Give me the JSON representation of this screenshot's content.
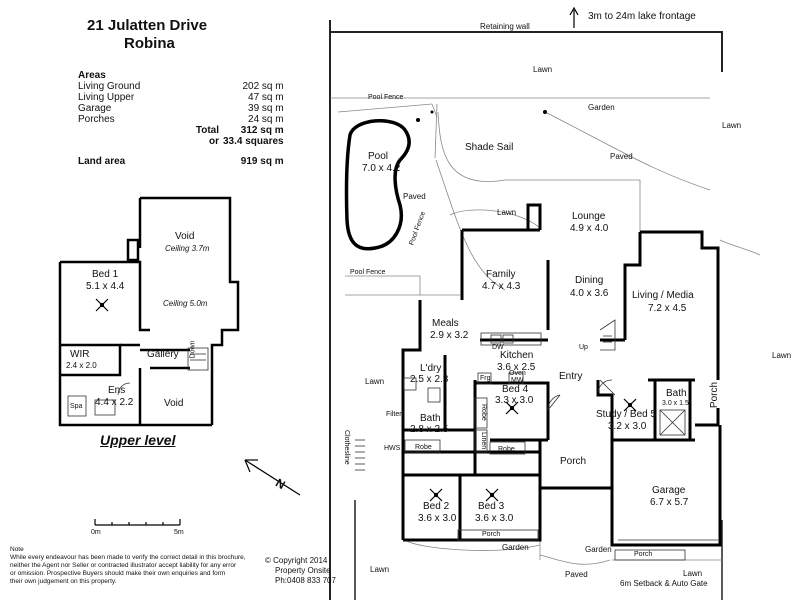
{
  "header": {
    "address_line1": "21 Julatten Drive",
    "address_line2": "Robina"
  },
  "areas": {
    "heading": "Areas",
    "rows": [
      {
        "label": "Living Ground",
        "value": "202 sq m"
      },
      {
        "label": "Living Upper",
        "value": "47 sq m"
      },
      {
        "label": "Garage",
        "value": "39 sq m"
      },
      {
        "label": "Porches",
        "value": "24 sq m"
      }
    ],
    "total_label": "Total",
    "total_value": "312 sq m",
    "or_label": "or",
    "squares_value": "33.4 squares",
    "land_label": "Land area",
    "land_value": "919 sq m"
  },
  "upper": {
    "title": "Upper level",
    "void1": "Void",
    "void1_ceiling": "Ceiling 3.7m",
    "void1_ceiling2": "Ceiling 5.0m",
    "bed1": "Bed 1",
    "bed1_dim": "5.1 x 4.4",
    "wir": "WIR",
    "wir_dim": "2.4 x 2.0",
    "gallery": "Gallery",
    "down": "Down",
    "ens": "Ens",
    "ens_dim": "4.4 x 2.2",
    "spa": "Spa",
    "void2": "Void"
  },
  "scale": {
    "zero": "0m",
    "five": "5m"
  },
  "compass": {
    "north": "N"
  },
  "ground": {
    "retaining_wall": "Retaining wall",
    "lake_frontage": "3m to 24m lake frontage",
    "lawn": "Lawn",
    "pool_fence": "Pool Fence",
    "garden": "Garden",
    "pool": "Pool",
    "pool_dim": "7.0 x 4.2",
    "paved": "Paved",
    "shade_sail": "Shade Sail",
    "lounge": "Lounge",
    "lounge_dim": "4.9 x 4.0",
    "family": "Family",
    "family_dim": "4.7 x 4.3",
    "dining": "Dining",
    "dining_dim": "4.0 x 3.6",
    "living": "Living / Media",
    "living_dim": "7.2 x 4.5",
    "meals": "Meals",
    "meals_dim": "2.9 x 3.2",
    "kitchen": "Kitchen",
    "kitchen_dim": "3.6 x 2.5",
    "dw": "DW",
    "frg": "Frg",
    "oven": "Oven",
    "mw": "MW",
    "up": "Up",
    "ldry": "L'dry",
    "ldry_dim": "2.5 x 2.3",
    "filter": "Filter",
    "bath": "Bath",
    "bath_dim": "2.8 x 2.5",
    "hws": "HWS",
    "clothesline": "Clothesline",
    "robe": "Robe",
    "linen": "Linen",
    "bed4": "Bed 4",
    "bed4_dim": "3.3 x 3.0",
    "entry": "Entry",
    "study": "Study / Bed 5",
    "study_dim": "3.2 x 3.0",
    "bath2": "Bath",
    "bath2_dim": "3.0 x 1.5",
    "porch": "Porch",
    "garage": "Garage",
    "garage_dim": "6.7 x 5.7",
    "bed2": "Bed 2",
    "bed2_dim": "3.6 x 3.0",
    "bed3": "Bed 3",
    "bed3_dim": "3.6 x 3.0",
    "setback": "6m Setback & Auto Gate"
  },
  "copyright": {
    "line1": "© Copyright 2014",
    "line2": "Property Onsite",
    "line3": "Ph:0408 833 707"
  },
  "note": {
    "heading": "Note",
    "line1": "While every endeavour has been made to verify the correct detail in this brochure,",
    "line2": "neither the Agent nor Seller or contracted illustrator accept liability for any error",
    "line3": "or omission. Prospective Buyers should make their own enquiries and form",
    "line4": "their own judgement on this property."
  }
}
